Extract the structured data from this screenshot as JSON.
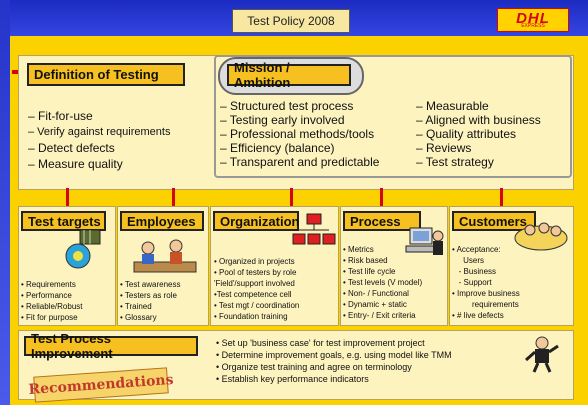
{
  "slide_title": "Test Policy 2008",
  "logo": {
    "text": "DHL",
    "sub": "EXPRESS",
    "brand_color": "#d40511"
  },
  "definition": {
    "heading": "Definition of Testing",
    "items": [
      "– Fit-for-use",
      "– Verify against requirements",
      "– Detect defects",
      "– Measure quality"
    ]
  },
  "mission": {
    "heading": "Mission / Ambition",
    "left": [
      "– Structured test process",
      "– Testing early involved",
      "– Professional methods/tools",
      "– Efficiency (balance)",
      "– Transparent and predictable"
    ],
    "right": [
      "– Measurable",
      "– Aligned with business",
      "– Quality attributes",
      "– Reviews",
      "– Test strategy"
    ]
  },
  "pillars": [
    {
      "heading": "Test targets",
      "items": [
        "• Requirements",
        "• Performance",
        "• Reliable/Robust",
        "• Fit for purpose"
      ]
    },
    {
      "heading": "Employees",
      "items": [
        "• Test awareness",
        "• Testers as role",
        "• Trained",
        "• Glossary"
      ]
    },
    {
      "heading": "Organization",
      "items": [
        "• Organized in projects",
        "• Pool of testers by role",
        "  'Field'/support involved",
        "•Test competence cell",
        "• Test mgt / coordination",
        "• Foundation training"
      ]
    },
    {
      "heading": "Process",
      "items": [
        "• Metrics",
        "• Risk based",
        "• Test life cycle",
        "• Test levels (V model)",
        "• Non- / Functional",
        "• Dynamic + static",
        "• Entry- / Exit criteria"
      ]
    },
    {
      "heading": "Customers",
      "items": [
        "• Acceptance:",
        "     Users",
        "   - Business",
        "   - Support",
        "• Improve business",
        "         requirements",
        "• # live defects"
      ]
    }
  ],
  "improvement": {
    "heading": "Test Process Improvement",
    "items": [
      "• Set up 'business case' for test improvement project",
      "• Determine improvement goals, e.g. using model like TMM",
      "• Organize test training and agree on terminology",
      "• Establish key performance indicators"
    ],
    "badge": "Recommendations"
  }
}
